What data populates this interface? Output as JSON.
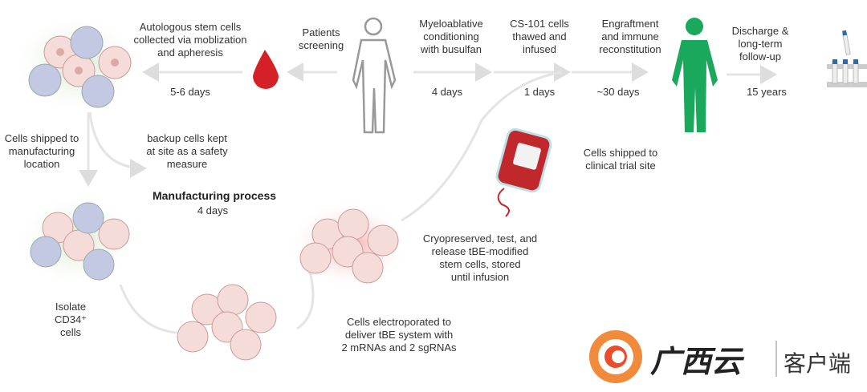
{
  "steps": {
    "collection": {
      "label": "Autologous stem cells\ncollected via moblization\nand apheresis",
      "duration": "5-6 days"
    },
    "screening": {
      "label": "Patients\nscreening"
    },
    "conditioning": {
      "label": "Myeloablative\nconditioning\nwith busulfan",
      "duration": "4 days"
    },
    "infusion": {
      "label": "CS-101 cells\nthawed and\ninfused",
      "duration": "1 days"
    },
    "engraftment": {
      "label": "Engraftment\nand immune\nreconstitution",
      "duration": "~30 days"
    },
    "followup": {
      "label": "Discharge &\nlong-term\nfollow-up",
      "duration": "15 years"
    }
  },
  "manufacturing": {
    "shipped": "Cells shipped to\nmanufacturing\nlocation",
    "backup": "backup cells kept\nat site as a safety\nmeasure",
    "title": "Manufacturing process",
    "duration": "4 days",
    "isolate": "Isolate\nCD34⁺\ncells",
    "electroporate": "Cells electroporated to\ndeliver tBE system with\n2 mRNAs and 2 sgRNAs",
    "cryo": "Cryopreserved, test, and\nrelease tBE-modified\nstem cells, stored\nuntil infusion",
    "clinical": "Cells shipped to\nclinical trial site"
  },
  "logo": {
    "name": "广西云",
    "suffix": "客户端"
  },
  "colors": {
    "blood": "#d62027",
    "patient_healthy": "#1aa85c",
    "arrow": "#e4e4e4",
    "cell_pink": "#f6dcd8",
    "cell_blue": "#c3c8e3"
  }
}
